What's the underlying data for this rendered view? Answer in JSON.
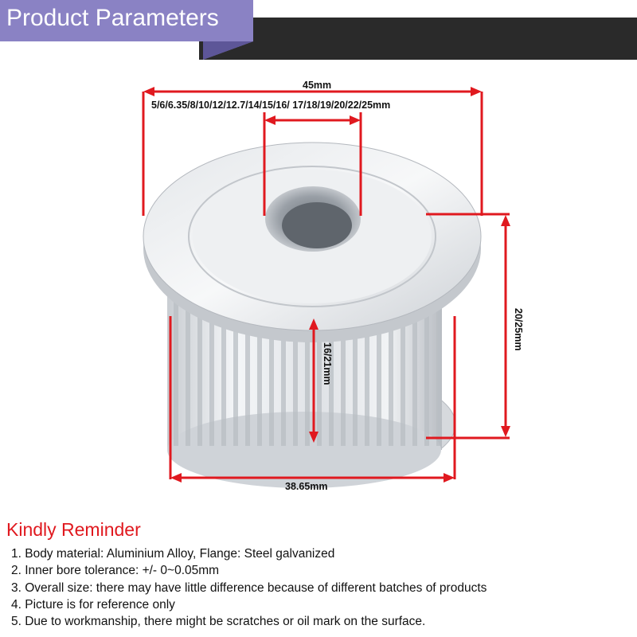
{
  "header": {
    "title": "Product Parameters",
    "colors": {
      "tab": "#8a82c4",
      "bar": "#2a2a2a"
    }
  },
  "dimensions": {
    "outer_diameter": "45mm",
    "bore_options": "5/6/6.35/8/10/12/12.7/14/15/16/ 17/18/19/20/22/25mm",
    "total_height": "20/25mm",
    "tooth_width": "16/21mm",
    "tooth_diameter": "38.65mm",
    "line_color": "#e0191f"
  },
  "reminder": {
    "title": "Kindly Reminder",
    "items": [
      "1. Body material: Aluminium Alloy, Flange: Steel galvanized",
      "2. Inner bore tolerance: +/- 0~0.05mm",
      "3. Overall size: there may have little difference because of different batches of products",
      "4. Picture is for reference only",
      "5. Due to workmanship, there might be scratches or oil mark on the surface."
    ]
  }
}
